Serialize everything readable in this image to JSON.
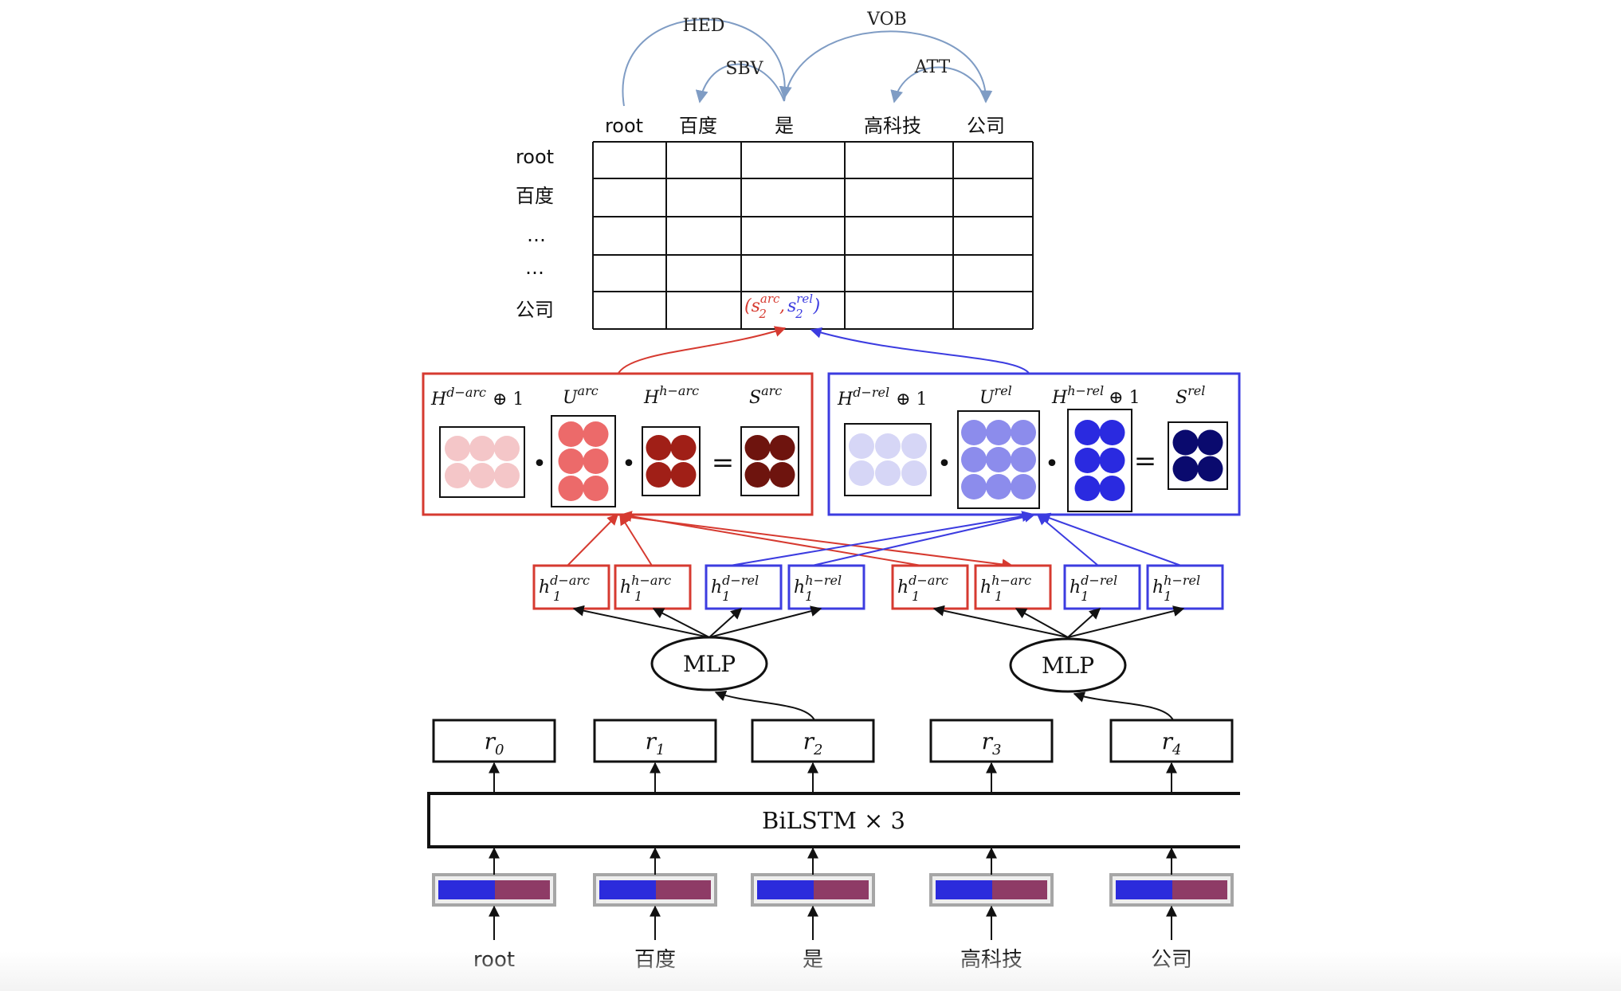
{
  "tokens": [
    "root",
    "百度",
    "是",
    "高科技",
    "公司"
  ],
  "dependency_arcs": [
    {
      "label": "HED",
      "from": 0,
      "to": 2
    },
    {
      "label": "SBV",
      "from": 2,
      "to": 1
    },
    {
      "label": "VOB",
      "from": 2,
      "to": 4
    },
    {
      "label": "ATT",
      "from": 4,
      "to": 3
    }
  ],
  "matrix": {
    "row_labels": [
      "root",
      "百度",
      "…",
      "…",
      "公司"
    ],
    "cell_score": {
      "open": "(",
      "arc_sym": "s",
      "arc_sup": "arc",
      "arc_sub": "2",
      "comma": ",",
      "rel_sym": "s",
      "rel_sup": "rel",
      "rel_sub": "2",
      "close": ")"
    }
  },
  "biaffine": {
    "arc": {
      "terms": [
        {
          "sym": "H",
          "sup": "d−arc",
          "suffix": "⊕ 1"
        },
        {
          "sym": "U",
          "sup": "arc",
          "suffix": ""
        },
        {
          "sym": "H",
          "sup": "h−arc",
          "suffix": ""
        },
        {
          "sym": "S",
          "sup": "arc",
          "suffix": ""
        }
      ],
      "dot": "•",
      "equals": "="
    },
    "rel": {
      "terms": [
        {
          "sym": "H",
          "sup": "d−rel",
          "suffix": "⊕ 1"
        },
        {
          "sym": "U",
          "sup": "rel",
          "suffix": ""
        },
        {
          "sym": "H",
          "sup": "h−rel",
          "suffix": "⊕ 1"
        },
        {
          "sym": "S",
          "sup": "rel",
          "suffix": ""
        }
      ],
      "dot": "•",
      "equals": "="
    }
  },
  "h_vectors": [
    {
      "sup": "d−arc",
      "sub": "1"
    },
    {
      "sup": "h−arc",
      "sub": "1"
    },
    {
      "sup": "d−rel",
      "sub": "1"
    },
    {
      "sup": "h−rel",
      "sub": "1"
    },
    {
      "sup": "d−arc",
      "sub": "1"
    },
    {
      "sup": "h−arc",
      "sub": "1"
    },
    {
      "sup": "d−rel",
      "sub": "1"
    },
    {
      "sup": "h−rel",
      "sub": "1"
    }
  ],
  "h_symbol": "h",
  "mlp_label": "MLP",
  "r_labels": [
    {
      "sym": "r",
      "sub": "0"
    },
    {
      "sym": "r",
      "sub": "1"
    },
    {
      "sym": "r",
      "sub": "2"
    },
    {
      "sym": "r",
      "sub": "3"
    },
    {
      "sym": "r",
      "sub": "4"
    }
  ],
  "bilstm_label": "BiLSTM × 3",
  "colors": {
    "arc_red": "#d63a30",
    "rel_blue": "#3c3ce0",
    "arc_curve": "#7f9cc4",
    "emb_blue": "#2b2bdc",
    "emb_purple": "#8e3b66",
    "arc_light": "#f4c6c8",
    "arc_mid": "#ec6a6a",
    "arc_dark": "#a01f17",
    "arc_darker": "#6e140e",
    "rel_light": "#d6d6f6",
    "rel_mid": "#8c8cec",
    "rel_strong": "#2a2ae0",
    "rel_dark": "#0a0a6e"
  }
}
